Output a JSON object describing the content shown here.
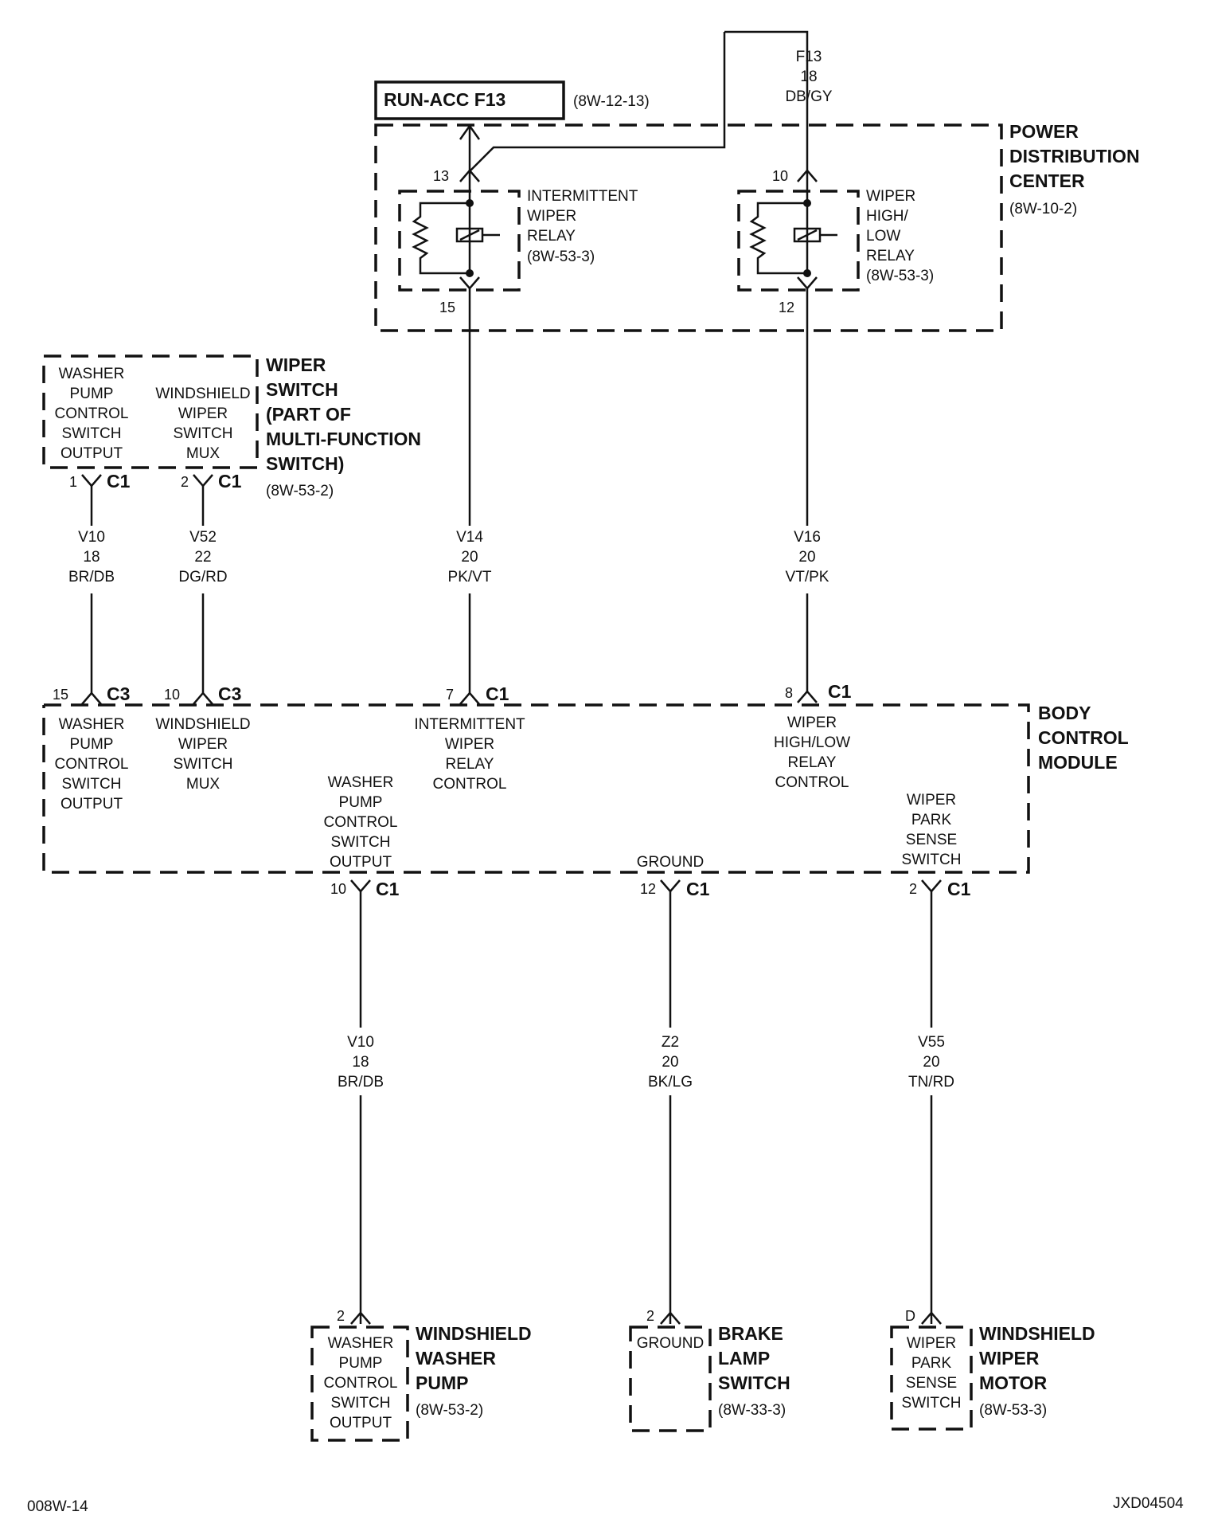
{
  "fuse_box": {
    "label": "RUN-ACC F13",
    "ref": "(8W-12-13)"
  },
  "feed_wire": {
    "circuit": "F13",
    "gauge": "18",
    "color": "DB/GY"
  },
  "pdc": {
    "title": [
      "POWER",
      "DISTRIBUTION",
      "CENTER"
    ],
    "ref": "(8W-10-2)",
    "intermittent_relay": {
      "label": [
        "INTERMITTENT",
        "WIPER",
        "RELAY",
        "(8W-53-3)"
      ],
      "pin_top": "13",
      "pin_bottom": "15"
    },
    "high_low_relay": {
      "label": [
        "WIPER",
        "HIGH/",
        "LOW",
        "RELAY",
        "(8W-53-3)"
      ],
      "pin_top": "10",
      "pin_bottom": "12"
    }
  },
  "wiper_switch": {
    "title": [
      "WIPER",
      "SWITCH",
      "(PART OF",
      "MULTI-FUNCTION",
      "SWITCH)"
    ],
    "ref": "(8W-53-2)",
    "washer_output": [
      "WASHER",
      "PUMP",
      "CONTROL",
      "SWITCH",
      "OUTPUT"
    ],
    "wiper_mux": [
      "WINDSHIELD",
      "WIPER",
      "SWITCH",
      "MUX"
    ],
    "conn1": {
      "pin": "1",
      "connector": "C1"
    },
    "conn2": {
      "pin": "2",
      "connector": "C1"
    }
  },
  "wires_upper": [
    {
      "circuit": "V10",
      "gauge": "18",
      "color": "BR/DB"
    },
    {
      "circuit": "V52",
      "gauge": "22",
      "color": "DG/RD"
    },
    {
      "circuit": "V14",
      "gauge": "20",
      "color": "PK/VT"
    },
    {
      "circuit": "V16",
      "gauge": "20",
      "color": "VT/PK"
    }
  ],
  "bcm": {
    "title": [
      "BODY",
      "CONTROL",
      "MODULE"
    ],
    "top_connectors": [
      {
        "pin": "15",
        "connector": "C3"
      },
      {
        "pin": "10",
        "connector": "C3"
      },
      {
        "pin": "7",
        "connector": "C1"
      },
      {
        "pin": "8",
        "connector": "C1"
      }
    ],
    "top_labels": {
      "washer": [
        "WASHER",
        "PUMP",
        "CONTROL",
        "SWITCH",
        "OUTPUT"
      ],
      "mux": [
        "WINDSHIELD",
        "WIPER",
        "SWITCH",
        "MUX"
      ],
      "intermittent": [
        "INTERMITTENT",
        "WIPER",
        "RELAY",
        "CONTROL"
      ],
      "highlow": [
        "WIPER",
        "HIGH/LOW",
        "RELAY",
        "CONTROL"
      ]
    },
    "bottom_labels": {
      "washer_out": [
        "WASHER",
        "PUMP",
        "CONTROL",
        "SWITCH",
        "OUTPUT"
      ],
      "ground": [
        "GROUND"
      ],
      "park": [
        "WIPER",
        "PARK",
        "SENSE",
        "SWITCH"
      ]
    },
    "bottom_connectors": [
      {
        "pin": "10",
        "connector": "C1"
      },
      {
        "pin": "12",
        "connector": "C1"
      },
      {
        "pin": "2",
        "connector": "C1"
      }
    ]
  },
  "wires_lower": [
    {
      "circuit": "V10",
      "gauge": "18",
      "color": "BR/DB"
    },
    {
      "circuit": "Z2",
      "gauge": "20",
      "color": "BK/LG"
    },
    {
      "circuit": "V55",
      "gauge": "20",
      "color": "TN/RD"
    }
  ],
  "washer_pump": {
    "pin": "2",
    "inner": [
      "WASHER",
      "PUMP",
      "CONTROL",
      "SWITCH",
      "OUTPUT"
    ],
    "title": [
      "WINDSHIELD",
      "WASHER",
      "PUMP"
    ],
    "ref": "(8W-53-2)"
  },
  "brake_switch": {
    "pin": "2",
    "inner": [
      "GROUND"
    ],
    "title": [
      "BRAKE",
      "LAMP",
      "SWITCH"
    ],
    "ref": "(8W-33-3)"
  },
  "wiper_motor": {
    "pin": "D",
    "inner": [
      "WIPER",
      "PARK",
      "SENSE",
      "SWITCH"
    ],
    "title": [
      "WINDSHIELD",
      "WIPER",
      "MOTOR"
    ],
    "ref": "(8W-53-3)"
  },
  "footer": {
    "page": "008W-14",
    "code": "JXD04504"
  }
}
